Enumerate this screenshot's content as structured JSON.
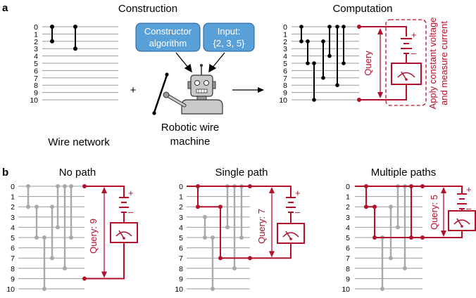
{
  "labels": {
    "panel_a": "a",
    "panel_b": "b",
    "construction": "Construction",
    "computation": "Computation",
    "wire_network": "Wire network",
    "robotic_line1": "Robotic wire",
    "robotic_line2": "machine",
    "plus": "+",
    "constructor_line1": "Constructor",
    "constructor_line2": "algorithm",
    "input_line1": "Input:",
    "input_line2": "{2, 3, 5}",
    "query": "Query",
    "apply_line1": "Apply constant voltage",
    "apply_line2": "and measure current",
    "no_path": "No path",
    "single_path": "Single path",
    "multiple_paths": "Multiple paths",
    "query_9": "Query: 9",
    "query_7": "Query: 7",
    "query_5": "Query: 5",
    "plus_sign": "+",
    "minus_sign": "–"
  },
  "row_labels": [
    "0",
    "1",
    "2",
    "3",
    "4",
    "5",
    "6",
    "7",
    "8",
    "9",
    "10"
  ],
  "colors": {
    "accent_red": "#b3102c",
    "box_blue": "#5aa0d8",
    "link_black": "#000000",
    "link_gray": "#a8a8a8"
  }
}
